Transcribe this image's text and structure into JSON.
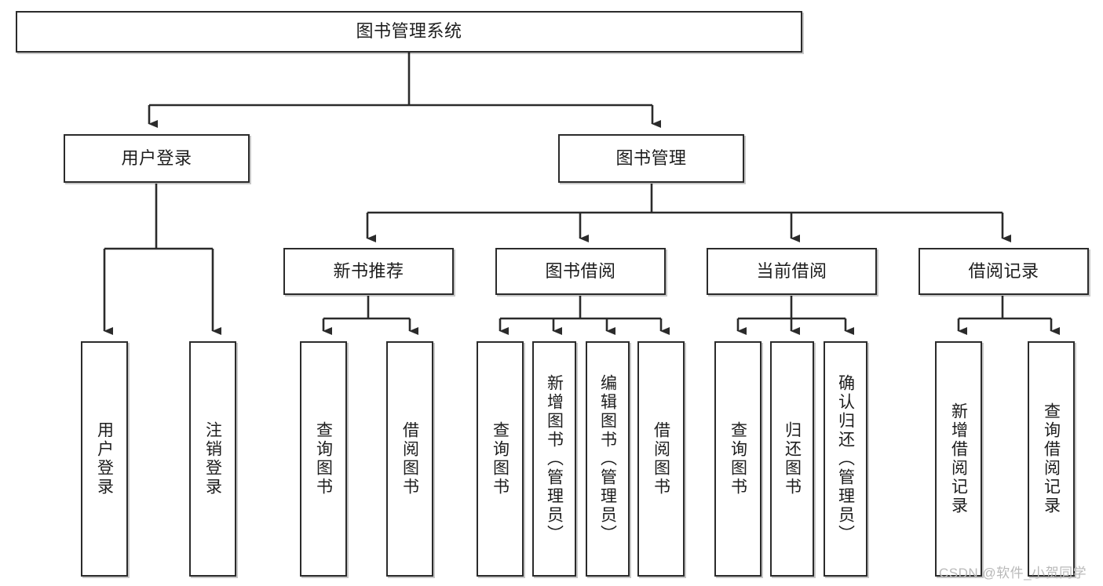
{
  "diagram": {
    "title": "图书管理系统",
    "watermark": "CSDN @软件_小贺同学",
    "stroke_color": "#2b2b2b",
    "background_color": "#ffffff",
    "text_color": "#1d1d1d",
    "watermark_color": "#b9b9b9",
    "levels": {
      "root": "图书管理系统",
      "level2": [
        "用户登录",
        "图书管理"
      ],
      "level3": [
        "新书推荐",
        "图书借阅",
        "当前借阅",
        "借阅记录"
      ],
      "leaves": [
        "用户登录",
        "注销登录",
        "查询图书",
        "借阅图书",
        "查询图书",
        "新增图书（管理员）",
        "编辑图书（管理员）",
        "借阅图书",
        "查询图书",
        "归还图书",
        "确认归还（管理员）",
        "新增借阅记录",
        "查询借阅记录"
      ]
    },
    "nodes": {
      "root": {
        "text": "图书管理系统"
      },
      "user_login": {
        "text": "用户登录"
      },
      "book_manage": {
        "text": "图书管理"
      },
      "new_book_rec": {
        "text": "新书推荐"
      },
      "book_borrow": {
        "text": "图书借阅"
      },
      "current_borrow": {
        "text": "当前借阅"
      },
      "borrow_record": {
        "text": "借阅记录"
      },
      "leaf_user_login": {
        "text": "用户登录"
      },
      "leaf_logout": {
        "text": "注销登录"
      },
      "leaf_query_book_1": {
        "text": "查询图书"
      },
      "leaf_borrow_book_1": {
        "text": "借阅图书"
      },
      "leaf_query_book_2": {
        "text": "查询图书"
      },
      "leaf_add_book": {
        "text": "新增图书（管理员）"
      },
      "leaf_edit_book": {
        "text": "编辑图书（管理员）"
      },
      "leaf_borrow_book_2": {
        "text": "借阅图书"
      },
      "leaf_query_book_3": {
        "text": "查询图书"
      },
      "leaf_return_book": {
        "text": "归还图书"
      },
      "leaf_confirm_return": {
        "text": "确认归还（管理员）"
      },
      "leaf_add_record": {
        "text": "新增借阅记录"
      },
      "leaf_query_record": {
        "text": "查询借阅记录"
      }
    }
  }
}
